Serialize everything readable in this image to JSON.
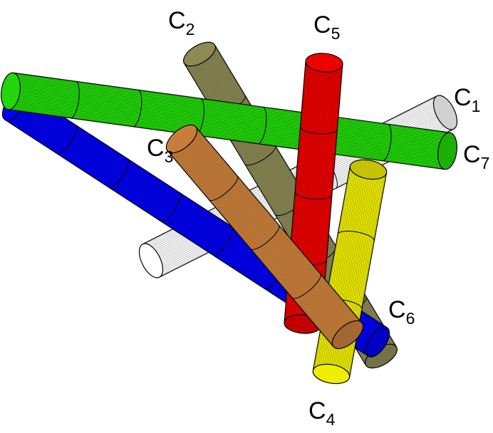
{
  "diagram": {
    "labels": [
      {
        "id": "c2",
        "letter": "C",
        "index": "2"
      },
      {
        "id": "c5",
        "letter": "C",
        "index": "5"
      },
      {
        "id": "c1",
        "letter": "C",
        "index": "1"
      },
      {
        "id": "c7",
        "letter": "C",
        "index": "7"
      },
      {
        "id": "c3",
        "letter": "C",
        "index": "3"
      },
      {
        "id": "c6",
        "letter": "C",
        "index": "6"
      },
      {
        "id": "c4",
        "letter": "C",
        "index": "4"
      }
    ],
    "cylinders": [
      {
        "id": "c1",
        "color": "#ffffff"
      },
      {
        "id": "c2",
        "color": "#8c8a55"
      },
      {
        "id": "c3",
        "color": "#c87e3a"
      },
      {
        "id": "c4",
        "color": "#f0ee00"
      },
      {
        "id": "c5",
        "color": "#ee0000"
      },
      {
        "id": "c6",
        "color": "#0000f0"
      },
      {
        "id": "c7",
        "color": "#22d60a"
      }
    ]
  }
}
